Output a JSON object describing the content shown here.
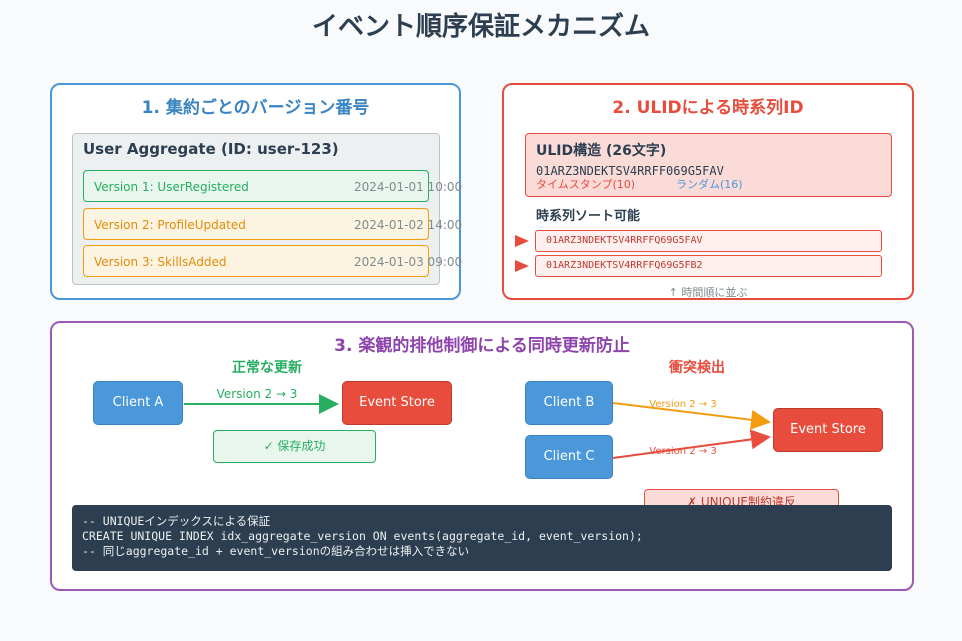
{
  "title": "イベント順序保証メカニズム",
  "panel1": {
    "title": "1. 集約ごとのバージョン番号",
    "aggregate_title": "User Aggregate (ID: user-123)",
    "versions": [
      {
        "label": "Version 1: UserRegistered",
        "timestamp": "2024-01-01 10:00"
      },
      {
        "label": "Version 2: ProfileUpdated",
        "timestamp": "2024-01-02 14:00"
      },
      {
        "label": "Version 3: SkillsAdded",
        "timestamp": "2024-01-03 09:00"
      }
    ]
  },
  "panel2": {
    "title": "2. ULIDによる時系列ID",
    "structure_title": "ULID構造 (26文字)",
    "example": "01ARZ3NDEKTSV4RRFF069G5FAV",
    "timestamp_part": "タイムスタンプ(10)",
    "random_part": "ランダム(16)",
    "sort_title": "時系列ソート可能",
    "sort_items": [
      "01ARZ3NDEKTSV4RRFFQ69G5FAV",
      "01ARZ3NDEKTSV4RRFFQ69G5FB2"
    ],
    "sort_note": "↑ 時間順に並ぶ"
  },
  "panel3": {
    "title": "3. 楽観的排他制御による同時更新防止",
    "normal": {
      "label": "正常な更新",
      "client": "Client A",
      "arrow": "Version 2 → 3",
      "store": "Event Store",
      "result": "✓ 保存成功"
    },
    "conflict": {
      "label": "衝突検出",
      "client_b": "Client B",
      "client_c": "Client C",
      "arrow_b": "Version 2 → 3",
      "arrow_c": "Version 2 → 3",
      "store": "Event Store",
      "result": "✗ UNIQUE制約違反"
    },
    "code": [
      "-- UNIQUEインデックスによる保証",
      "CREATE UNIQUE INDEX idx_aggregate_version ON events(aggregate_id, event_version);",
      "-- 同じaggregate_id + event_versionの組み合わせは挿入できない"
    ]
  },
  "colors": {
    "panel1_border": "#4a98da",
    "panel2_border": "#e74c3c",
    "panel3_border": "#9b59b6",
    "success": "#27ae60",
    "warning": "#f39c12"
  }
}
